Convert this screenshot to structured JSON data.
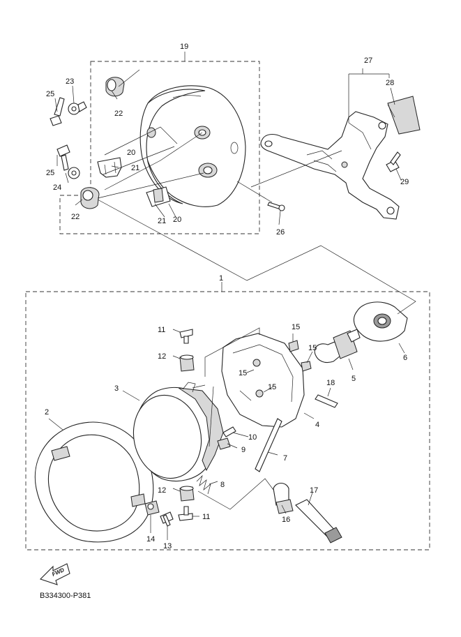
{
  "callouts": [
    {
      "label": "19"
    },
    {
      "label": "25"
    },
    {
      "label": "23"
    },
    {
      "label": "22"
    },
    {
      "label": "27"
    },
    {
      "label": "28"
    },
    {
      "label": "20"
    },
    {
      "label": "21"
    },
    {
      "label": "25"
    },
    {
      "label": "24"
    },
    {
      "label": "22"
    },
    {
      "label": "21"
    },
    {
      "label": "20"
    },
    {
      "label": "29"
    },
    {
      "label": "26"
    },
    {
      "label": "1"
    },
    {
      "label": "11"
    },
    {
      "label": "15"
    },
    {
      "label": "15"
    },
    {
      "label": "12"
    },
    {
      "label": "15"
    },
    {
      "label": "15"
    },
    {
      "label": "5"
    },
    {
      "label": "6"
    },
    {
      "label": "3"
    },
    {
      "label": "18"
    },
    {
      "label": "4"
    },
    {
      "label": "2"
    },
    {
      "label": "10"
    },
    {
      "label": "9"
    },
    {
      "label": "7"
    },
    {
      "label": "8"
    },
    {
      "label": "12"
    },
    {
      "label": "11"
    },
    {
      "label": "17"
    },
    {
      "label": "16"
    },
    {
      "label": "14"
    },
    {
      "label": "13"
    }
  ],
  "fwd_label": "FWD",
  "reference_code": "B334300-P381"
}
